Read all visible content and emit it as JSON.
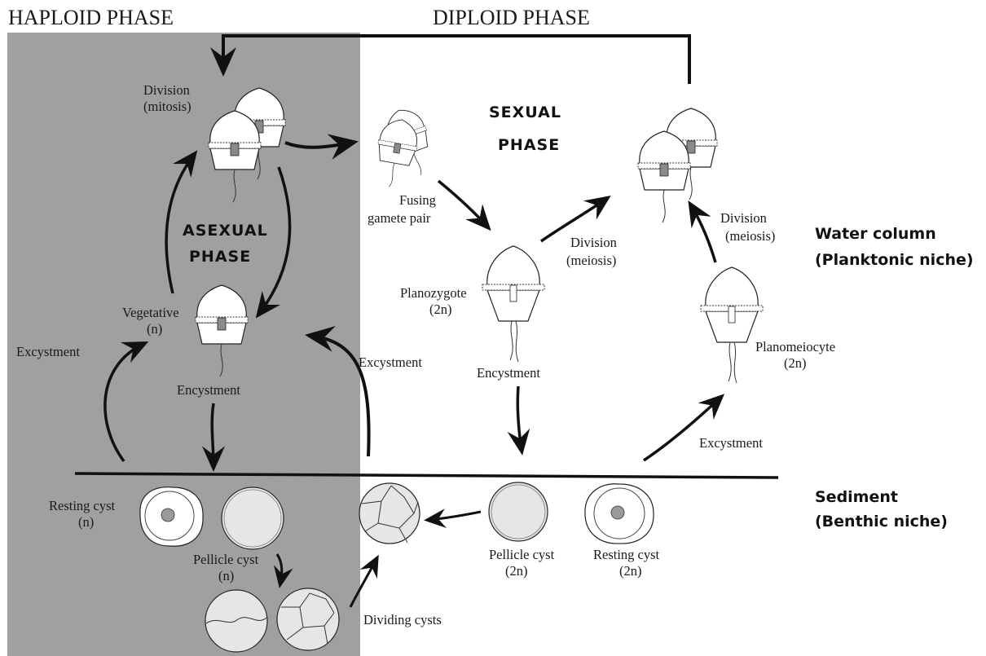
{
  "colors": {
    "haploid_bg": "#a0a0a0",
    "ink": "#111111",
    "cyst_fill": "#e6e6e6",
    "nucleus": "#9a9a9a"
  },
  "headers": {
    "haploid": "HAPLOID PHASE",
    "diploid": "DIPLOID PHASE"
  },
  "phases": {
    "asexual": [
      "ASEXUAL",
      "PHASE"
    ],
    "sexual": [
      "SEXUAL",
      "PHASE"
    ]
  },
  "niches": {
    "water": [
      "Water column",
      "(Planktonic niche)"
    ],
    "sediment": [
      "Sediment",
      "(Benthic niche)"
    ]
  },
  "labels": {
    "division_mitosis": [
      "Division",
      "(mitosis)"
    ],
    "vegetative": [
      "Vegetative",
      "(n)"
    ],
    "excystment_left": "Excystment",
    "encystment_left": "Encystment",
    "excystment_mid": "Excystment",
    "resting_cyst_n": [
      "Resting cyst",
      "(n)"
    ],
    "pellicle_cyst_n": [
      "Pellicle cyst",
      "(n)"
    ],
    "fusing": [
      "Fusing",
      "gamete pair"
    ],
    "division_meiosis_mid": [
      "Division",
      "(meiosis)"
    ],
    "division_meiosis_right": [
      "Division",
      "(meiosis)"
    ],
    "planozygote": [
      "Planozygote",
      "(2n)"
    ],
    "encystment_mid": "Encystment",
    "planomeiocyte": [
      "Planomeiocyte",
      "(2n)"
    ],
    "excystment_right": "Excystment",
    "pellicle_cyst_2n": [
      "Pellicle cyst",
      "(2n)"
    ],
    "resting_cyst_2n": [
      "Resting cyst",
      "(2n)"
    ],
    "dividing_cysts": "Dividing cysts"
  }
}
